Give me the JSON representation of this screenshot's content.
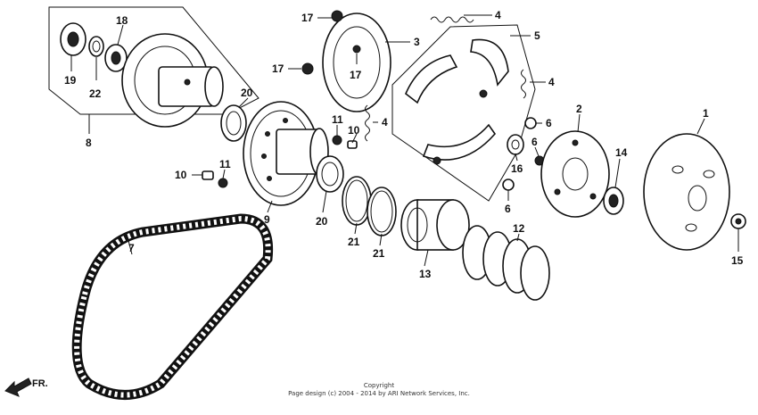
{
  "callouts": [
    {
      "id": "c1",
      "text": "1"
    },
    {
      "id": "c2",
      "text": "2"
    },
    {
      "id": "c3",
      "text": "3"
    },
    {
      "id": "c4a",
      "text": "4"
    },
    {
      "id": "c4b",
      "text": "4"
    },
    {
      "id": "c4c",
      "text": "4"
    },
    {
      "id": "c5",
      "text": "5"
    },
    {
      "id": "c6a",
      "text": "6"
    },
    {
      "id": "c6b",
      "text": "6"
    },
    {
      "id": "c6c",
      "text": "6"
    },
    {
      "id": "c7",
      "text": "7"
    },
    {
      "id": "c8",
      "text": "8"
    },
    {
      "id": "c9",
      "text": "9"
    },
    {
      "id": "c10a",
      "text": "10"
    },
    {
      "id": "c10b",
      "text": "10"
    },
    {
      "id": "c11a",
      "text": "11"
    },
    {
      "id": "c11b",
      "text": "11"
    },
    {
      "id": "c12",
      "text": "12"
    },
    {
      "id": "c13",
      "text": "13"
    },
    {
      "id": "c14",
      "text": "14"
    },
    {
      "id": "c15",
      "text": "15"
    },
    {
      "id": "c16",
      "text": "16"
    },
    {
      "id": "c17a",
      "text": "17"
    },
    {
      "id": "c17b",
      "text": "17"
    },
    {
      "id": "c17c",
      "text": "17"
    },
    {
      "id": "c18",
      "text": "18"
    },
    {
      "id": "c19",
      "text": "19"
    },
    {
      "id": "c20a",
      "text": "20"
    },
    {
      "id": "c20b",
      "text": "20"
    },
    {
      "id": "c21a",
      "text": "21"
    },
    {
      "id": "c21b",
      "text": "21"
    },
    {
      "id": "c22",
      "text": "22"
    }
  ],
  "direction_label": "FR.",
  "copyright": {
    "line1": "Copyright",
    "line2": "Page design (c) 2004 - 2014 by ARI Network Services, Inc."
  }
}
